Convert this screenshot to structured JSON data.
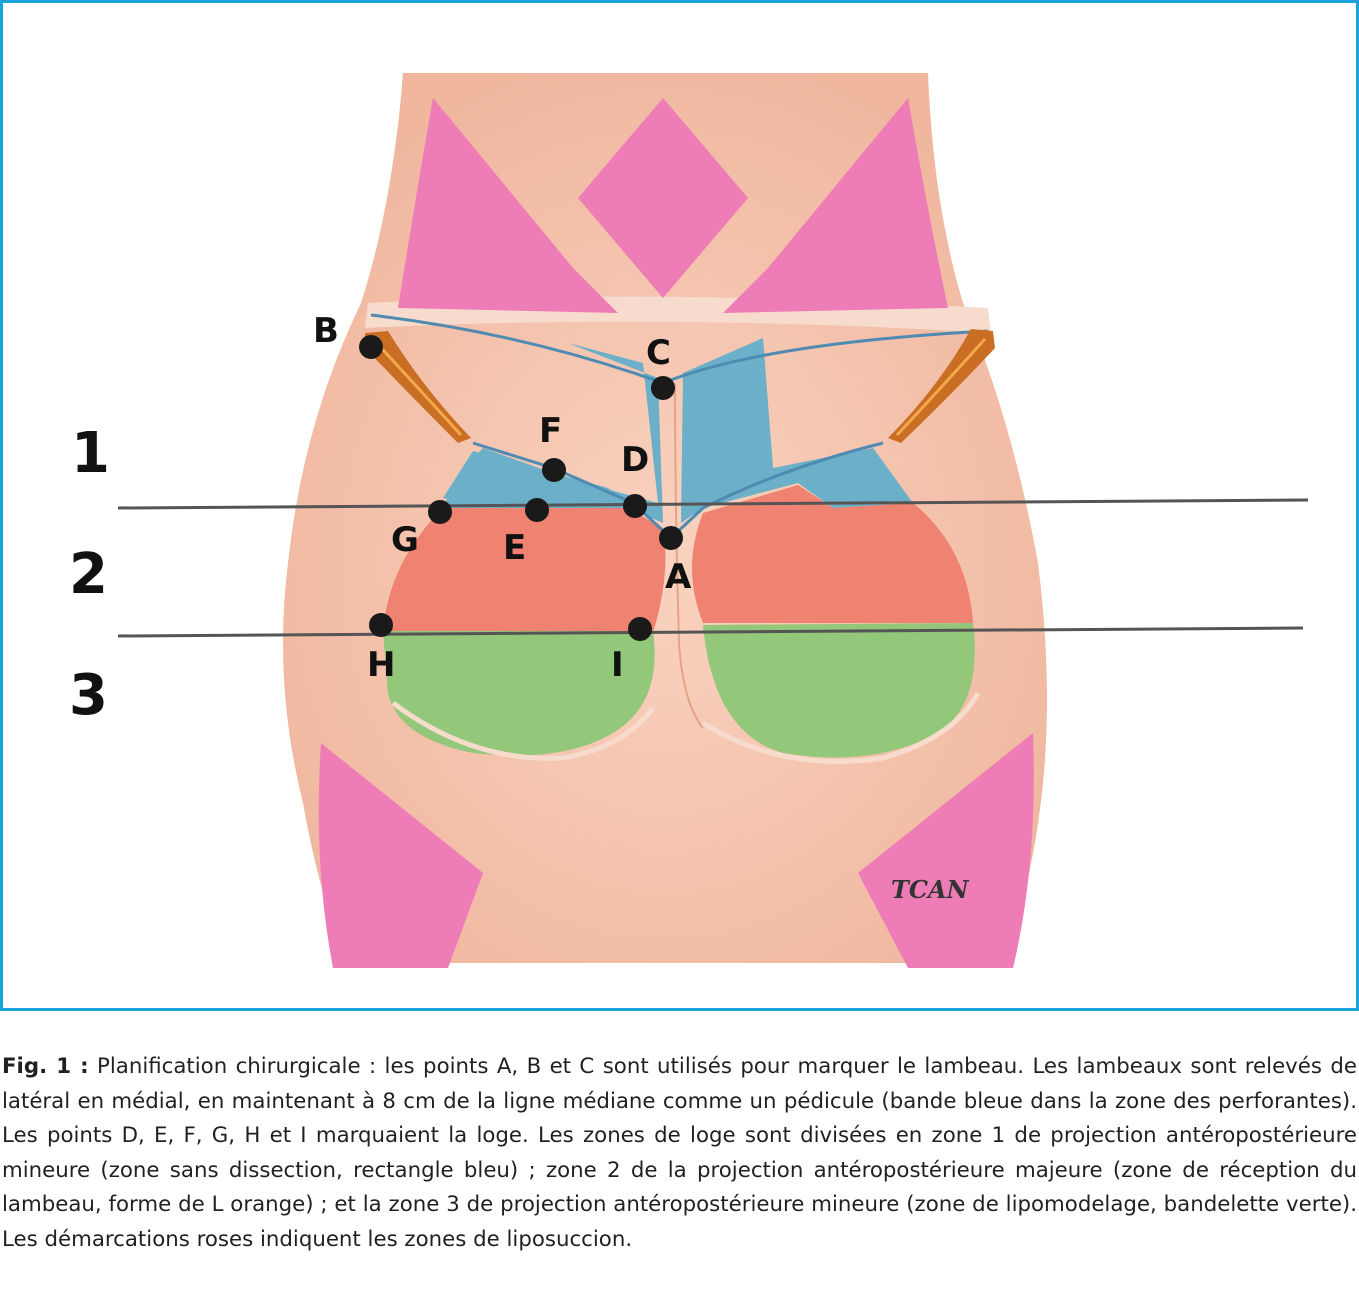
{
  "figure": {
    "points": [
      {
        "id": "A",
        "label": "A"
      },
      {
        "id": "B",
        "label": "B"
      },
      {
        "id": "C",
        "label": "C"
      },
      {
        "id": "D",
        "label": "D"
      },
      {
        "id": "E",
        "label": "E"
      },
      {
        "id": "F",
        "label": "F"
      },
      {
        "id": "G",
        "label": "G"
      },
      {
        "id": "H",
        "label": "H"
      },
      {
        "id": "I",
        "label": "I"
      }
    ],
    "zones": [
      "1",
      "2",
      "3"
    ],
    "signature": "TCAN",
    "colors": {
      "frame": "#1aa3d9",
      "skin": "#f5c2ac",
      "liposuction": "#ee7cb6",
      "zone1": "#6bb0c8",
      "zone2": "#ef8270",
      "zone3": "#93c77a"
    }
  },
  "caption": {
    "label": "Fig. 1 :",
    "text": "Planification chirurgicale : les points A, B et C sont utilisés pour marquer le lambeau. Les lambeaux sont relevés de latéral en médial, en maintenant à 8 cm de la ligne médiane comme un pédicule (bande bleue dans la zone des perforantes). Les points D, E, F, G, H et I marquaient la loge. Les zones de loge sont divisées en zone 1 de projection antéropostérieure mineure (zone sans dissection, rectangle bleu) ; zone 2 de la projection antéropostérieure majeure (zone de réception du lambeau, forme de L orange) ; et la zone 3 de projection antéropostérieure mineure (zone de lipomodelage, bandelette verte). Les démarcations roses indiquent les zones de liposuccion."
  }
}
